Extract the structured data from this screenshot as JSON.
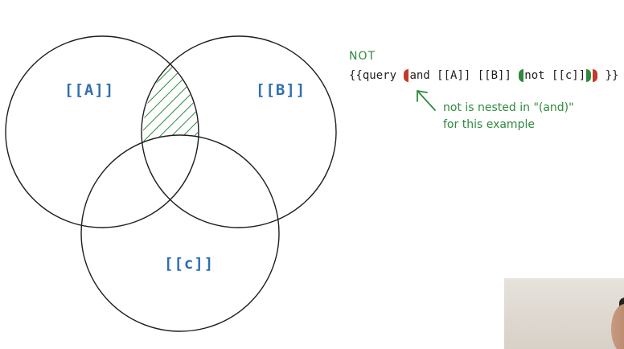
{
  "diagram": {
    "sets": [
      {
        "key": "a",
        "label": "[[A]]"
      },
      {
        "key": "b",
        "label": "[[B]]"
      },
      {
        "key": "c",
        "label": "[[c]]"
      }
    ],
    "annotation": {
      "heading": "NOT",
      "query_start": "{{query ",
      "query_and": "and [[A]] [[B]] ",
      "query_not": "not [[c]]",
      "query_end": " }}",
      "note_line1": "not is nested in \"(and)\"",
      "note_line2": "for this example"
    }
  },
  "colors": {
    "label_blue": "#2f6fb0",
    "annotation_green": "#2f8a3e",
    "paren_red": "#c33a2c",
    "paren_green": "#2f8a3e",
    "outline": "#1e1e1e",
    "hatch": "#2f8a3e"
  }
}
